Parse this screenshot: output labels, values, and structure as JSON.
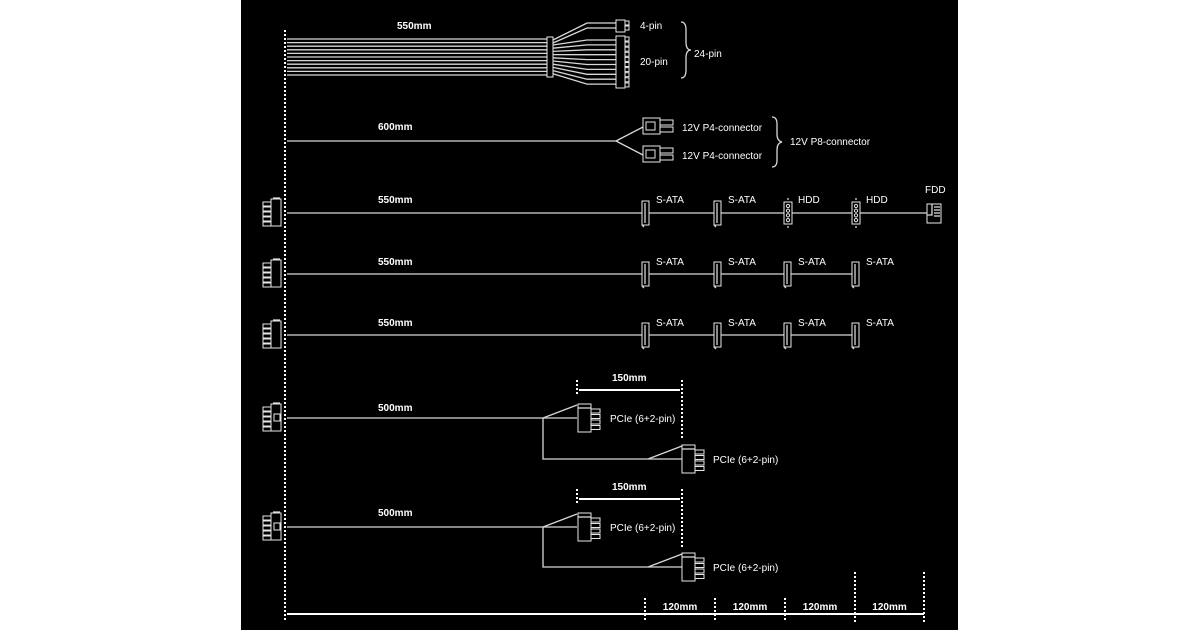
{
  "colors": {
    "background": "#000000",
    "line": "#d8d8d8",
    "text": "#ffffff",
    "page": "#ffffff"
  },
  "cables": [
    {
      "id": "atx",
      "length_label": "550mm",
      "connectors": [
        {
          "type": "4-pin",
          "label": "4-pin"
        },
        {
          "type": "20-pin",
          "label": "20-pin"
        }
      ],
      "group_label": "24-pin"
    },
    {
      "id": "eps",
      "length_label": "600mm",
      "connectors": [
        {
          "type": "p4",
          "label": "12V P4-connector"
        },
        {
          "type": "p4",
          "label": "12V P4-connector"
        }
      ],
      "group_label": "12V P8-connector"
    },
    {
      "id": "peripheral-1",
      "length_label": "550mm",
      "connectors": [
        {
          "type": "sata",
          "label": "S-ATA"
        },
        {
          "type": "sata",
          "label": "S-ATA"
        },
        {
          "type": "molex",
          "label": "HDD"
        },
        {
          "type": "molex",
          "label": "HDD"
        },
        {
          "type": "fdd",
          "label": "FDD"
        }
      ]
    },
    {
      "id": "sata-2",
      "length_label": "550mm",
      "connectors": [
        {
          "type": "sata",
          "label": "S-ATA"
        },
        {
          "type": "sata",
          "label": "S-ATA"
        },
        {
          "type": "sata",
          "label": "S-ATA"
        },
        {
          "type": "sata",
          "label": "S-ATA"
        }
      ]
    },
    {
      "id": "sata-3",
      "length_label": "550mm",
      "connectors": [
        {
          "type": "sata",
          "label": "S-ATA"
        },
        {
          "type": "sata",
          "label": "S-ATA"
        },
        {
          "type": "sata",
          "label": "S-ATA"
        },
        {
          "type": "sata",
          "label": "S-ATA"
        }
      ]
    },
    {
      "id": "pcie-1",
      "length_label": "500mm",
      "branch_label": "150mm",
      "connectors": [
        {
          "type": "pcie",
          "label": "PCIe (6+2-pin)"
        },
        {
          "type": "pcie",
          "label": "PCIe (6+2-pin)"
        }
      ]
    },
    {
      "id": "pcie-2",
      "length_label": "500mm",
      "branch_label": "150mm",
      "connectors": [
        {
          "type": "pcie",
          "label": "PCIe (6+2-pin)"
        },
        {
          "type": "pcie",
          "label": "PCIe (6+2-pin)"
        }
      ]
    }
  ],
  "ruler": {
    "segments": [
      "120mm",
      "120mm",
      "120mm",
      "120mm"
    ]
  }
}
